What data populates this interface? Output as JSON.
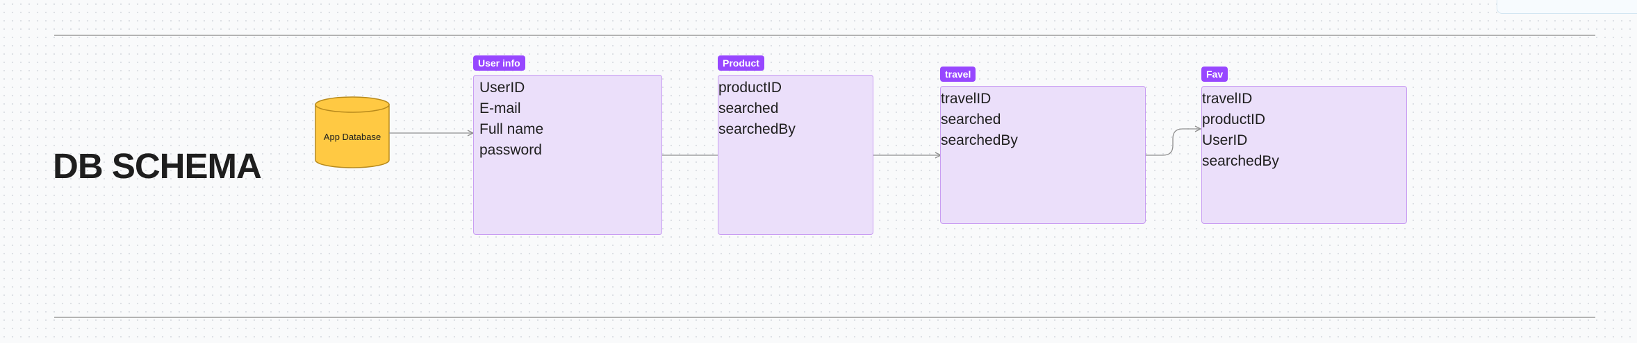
{
  "diagram": {
    "title": "DB SCHEMA",
    "database": {
      "label": "App Database",
      "color": "#ffc943"
    },
    "tag_color": "#9747ff",
    "table_fill": "#ebdffa",
    "tables": [
      {
        "tag": "User info",
        "fields": [
          "UserID",
          "E-mail",
          "Full name",
          "password"
        ]
      },
      {
        "tag": "Product",
        "fields": [
          "productID",
          "searched",
          "searchedBy"
        ]
      },
      {
        "tag": "travel",
        "fields": [
          "travelID",
          "searched",
          "searchedBy"
        ]
      },
      {
        "tag": "Fav",
        "fields": [
          "travelID",
          "productID",
          "UserID",
          "searchedBy"
        ]
      }
    ]
  }
}
